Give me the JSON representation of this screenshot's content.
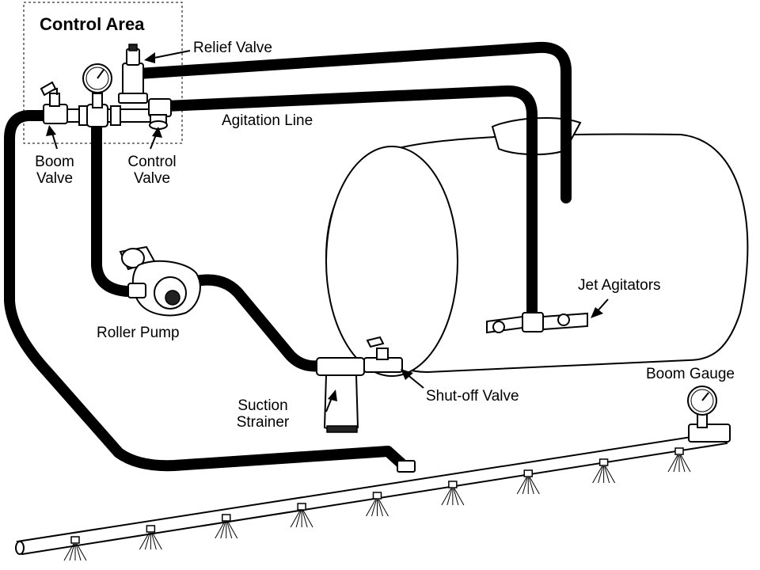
{
  "title": "Control Area",
  "labels": {
    "relief_valve": "Relief Valve",
    "agitation_line": "Agitation Line",
    "boom_valve": [
      "Boom",
      "Valve"
    ],
    "control_valve": [
      "Control",
      "Valve"
    ],
    "roller_pump": "Roller Pump",
    "jet_agitators": "Jet Agitators",
    "suction_strainer": [
      "Suction",
      "Strainer"
    ],
    "shutoff_valve": "Shut-off Valve",
    "boom_gauge": "Boom Gauge"
  },
  "nozzle_count": 9
}
